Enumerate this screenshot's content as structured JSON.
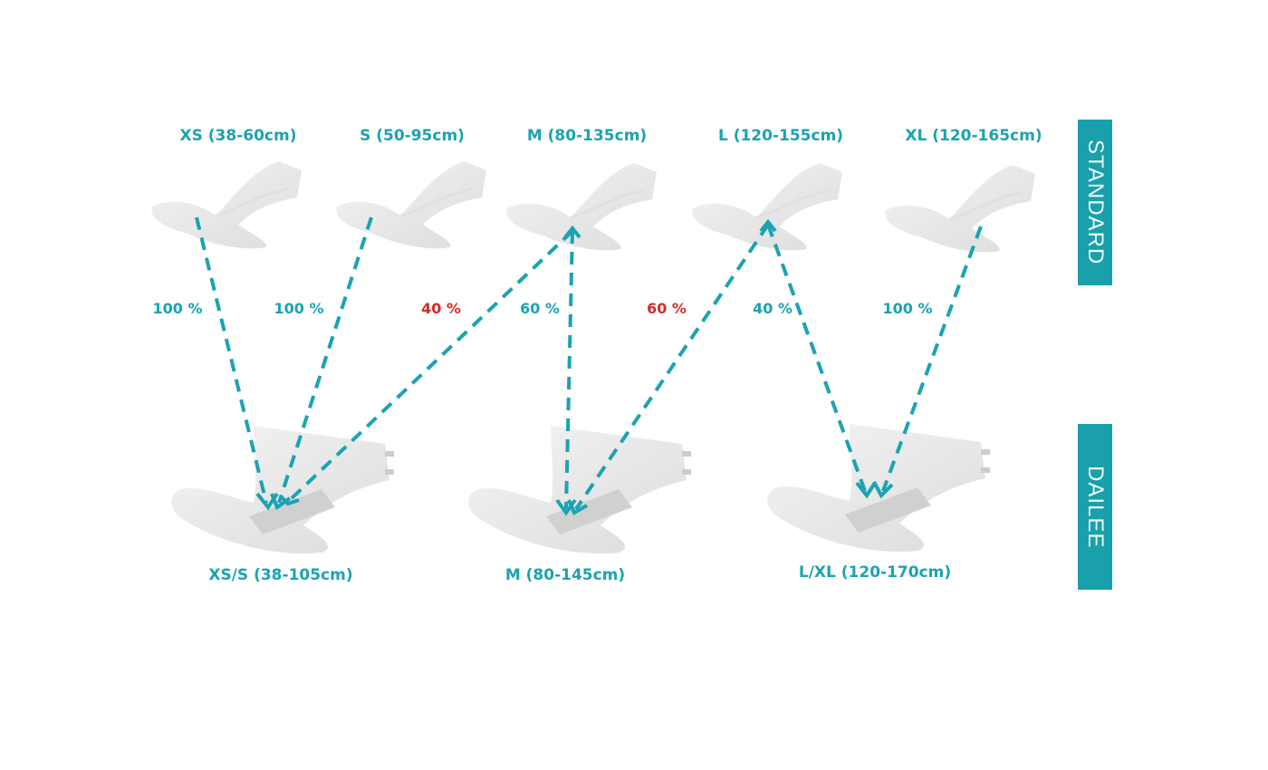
{
  "colors": {
    "accent": "#1ba3b1",
    "highlight": "#d42b2b",
    "badge": "#1a9fac"
  },
  "standard": {
    "title": "STANDARD",
    "sizes": [
      {
        "label": "XS (38-60cm)"
      },
      {
        "label": "S (50-95cm)"
      },
      {
        "label": "M (80-135cm)"
      },
      {
        "label": "L (120-155cm)"
      },
      {
        "label": "XL (120-165cm)"
      }
    ]
  },
  "dailee": {
    "title": "DAILEE",
    "sizes": [
      {
        "label": "XS/S (38-105cm)"
      },
      {
        "label": "M (80-145cm)"
      },
      {
        "label": "L/XL (120-170cm)"
      }
    ]
  },
  "mappings": [
    {
      "from": "XS",
      "to": "XS/S",
      "percent": "100 %",
      "highlight": false
    },
    {
      "from": "S",
      "to": "XS/S",
      "percent": "100 %",
      "highlight": false
    },
    {
      "from": "M",
      "to": "XS/S",
      "percent": "40 %",
      "highlight": true
    },
    {
      "from": "M",
      "to": "M",
      "percent": "60 %",
      "highlight": false
    },
    {
      "from": "L",
      "to": "M",
      "percent": "60 %",
      "highlight": true
    },
    {
      "from": "L",
      "to": "L/XL",
      "percent": "40 %",
      "highlight": false
    },
    {
      "from": "XL",
      "to": "L/XL",
      "percent": "100 %",
      "highlight": false
    }
  ]
}
